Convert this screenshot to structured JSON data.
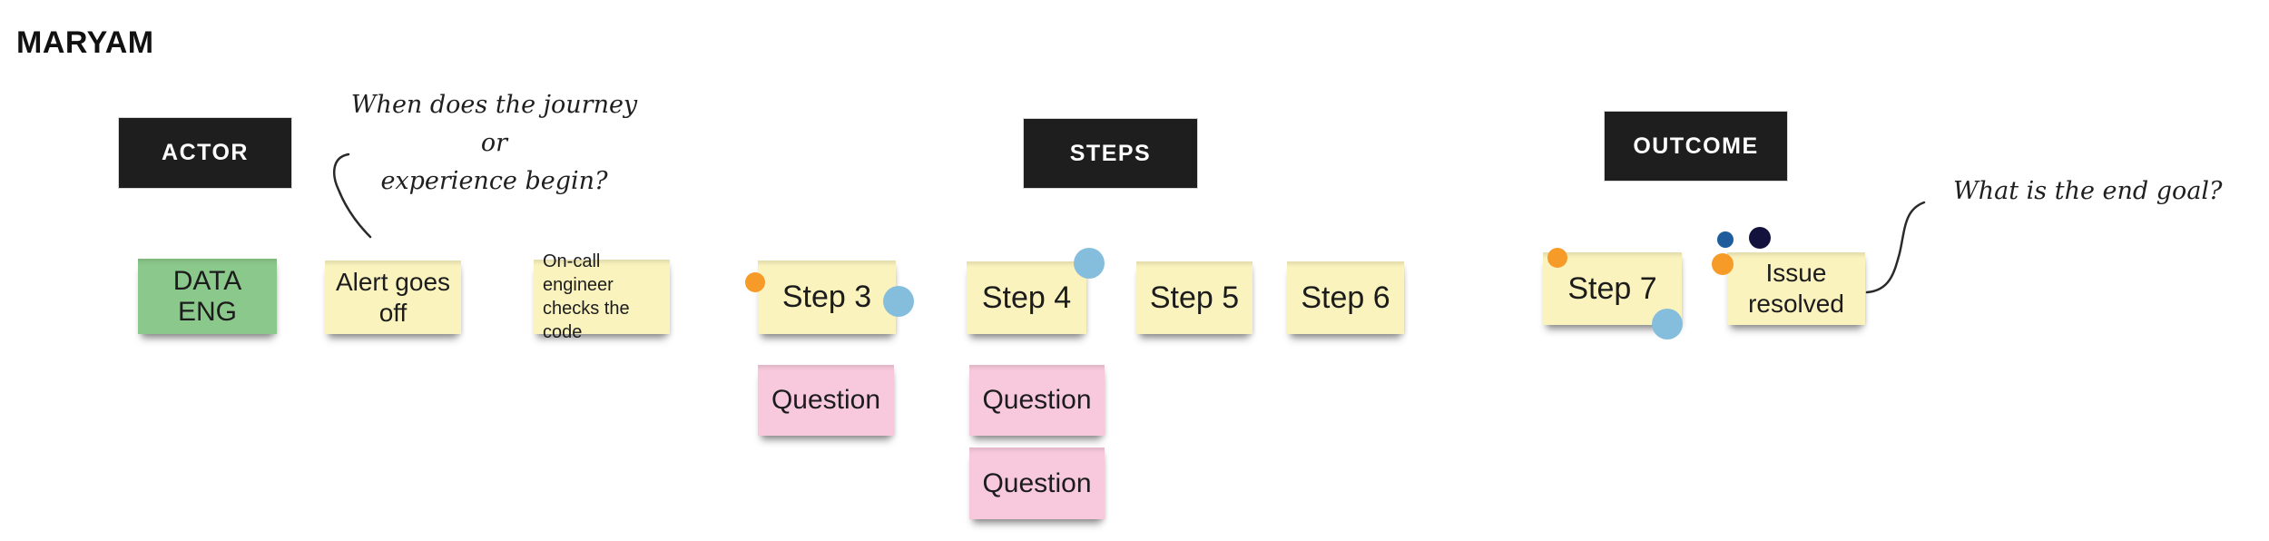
{
  "board": {
    "title": "MARYAM",
    "background": "#ffffff"
  },
  "colors": {
    "ink": "#1a1a1a",
    "label_background": "#1e1e1e",
    "label_text": "#ffffff",
    "sticky_yellow": "#faf3be",
    "sticky_green": "#8bc88b",
    "sticky_pink": "#f8c9dc",
    "connector_stroke": "#2a2a2a"
  },
  "section_labels": {
    "actor": "ACTOR",
    "steps": "STEPS",
    "outcome": "OUTCOME"
  },
  "annotations": {
    "journey_question": {
      "line1": "When does the journey or",
      "line2": "experience begin?"
    },
    "goal_question": {
      "text": "What is the end goal?"
    }
  },
  "stickies": {
    "actor_note": {
      "text": "DATA ENG",
      "color": "#8bc88b"
    },
    "step1": {
      "text": "Alert goes off",
      "color": "#faf3be"
    },
    "step2": {
      "text": "On-call engineer checks the  code",
      "color": "#faf3be"
    },
    "step3": {
      "text": "Step 3",
      "color": "#faf3be"
    },
    "step4": {
      "text": "Step 4",
      "color": "#faf3be"
    },
    "step5": {
      "text": "Step 5",
      "color": "#faf3be"
    },
    "step6": {
      "text": "Step 6",
      "color": "#faf3be"
    },
    "step7": {
      "text": "Step 7",
      "color": "#faf3be"
    },
    "outcome_note": {
      "text": "Issue resolved",
      "color": "#faf3be"
    },
    "question_a": {
      "text": "Question",
      "color": "#f8c9dc"
    },
    "question_b": {
      "text": "Question",
      "color": "#f8c9dc"
    },
    "question_c": {
      "text": "Question",
      "color": "#f8c9dc"
    }
  },
  "presence_dots": {
    "orange": "#f79b28",
    "light_blue": "#85bedd",
    "medium_blue": "#1e5c9b",
    "navy": "#12123d"
  }
}
